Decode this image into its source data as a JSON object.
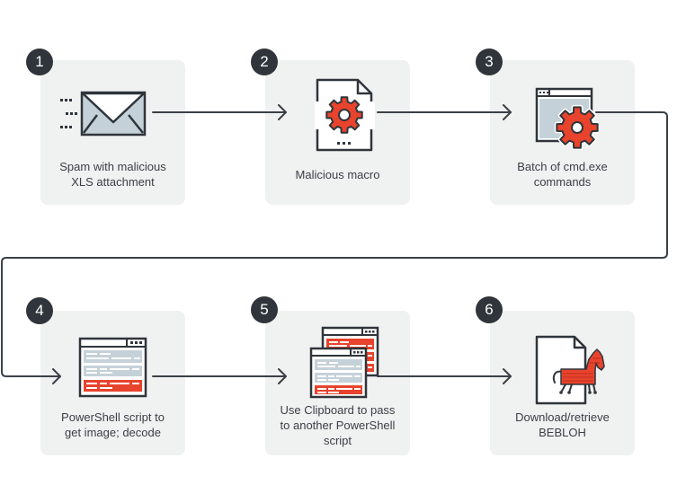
{
  "diagram": {
    "title": "BEBLOH infection chain",
    "steps": [
      {
        "number": "1",
        "label": "Spam with malicious\nXLS attachment",
        "icon": "envelope-icon"
      },
      {
        "number": "2",
        "label": "Malicious macro",
        "icon": "document-gear-icon"
      },
      {
        "number": "3",
        "label": "Batch of cmd.exe\ncommands",
        "icon": "window-gear-icon"
      },
      {
        "number": "4",
        "label": "PowerShell script to\nget image; decode",
        "icon": "script-window-icon"
      },
      {
        "number": "5",
        "label": "Use Clipboard to pass\nto another PowerShell\nscript",
        "icon": "two-script-windows-icon"
      },
      {
        "number": "6",
        "label": "Download/retrieve\nBEBLOH",
        "icon": "trojan-horse-document-icon"
      }
    ],
    "flow": [
      "1->2",
      "2->3",
      "3->4",
      "4->5",
      "5->6"
    ]
  },
  "colors": {
    "box_background": "#f0f1f1",
    "badge": "#2f353b",
    "stroke": "#2f353b",
    "accent_red": "#e8432d",
    "light_blue": "#c5d1d8",
    "text": "#3b4046"
  }
}
